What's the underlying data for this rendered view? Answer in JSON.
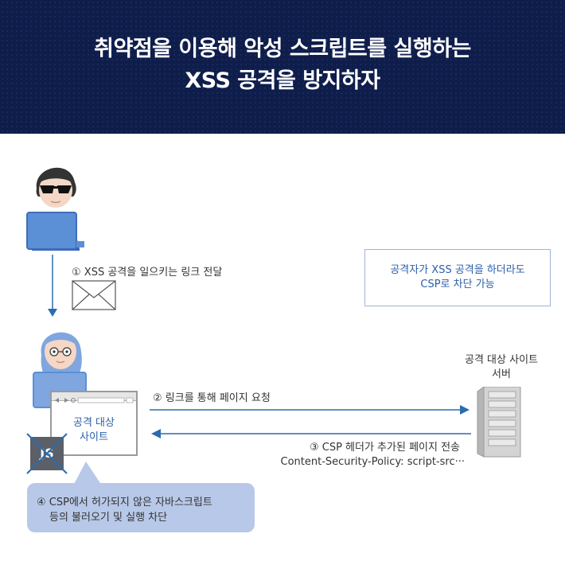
{
  "header": {
    "title_line1": "취약점을 이용해 악성 스크립트를 실행하는",
    "title_line2": "XSS 공격을 방지하자"
  },
  "steps": {
    "step1": "① XSS 공격을 일으키는 링크 전달",
    "step2": "② 링크를 통해 페이지 요청",
    "step3_line1": "③ CSP 헤더가 추가된 페이지 전송",
    "step3_line2": "Content-Security-Policy: script-src···",
    "step4_line1": "④ CSP에서 허가되지 않은 자바스크립트",
    "step4_line2": "등의 불러오기 및 실행 차단"
  },
  "note": {
    "line1": "공격자가 XSS 공격을 하더라도",
    "line2": "CSP로 차단 가능"
  },
  "server": {
    "line1": "공격 대상 사이트",
    "line2": "서버"
  },
  "browser": {
    "line1": "공격 대상",
    "line2": "사이트"
  },
  "js_label": "JS",
  "colors": {
    "header_bg": "#0f1d4a",
    "accent_blue": "#2a5fa8",
    "arrow_blue": "#2b6cb0",
    "bubble_bg": "#b8c8e8",
    "laptop_blue": "#5b8fd6"
  },
  "icons": [
    "hacker-icon",
    "envelope-icon",
    "user-icon",
    "laptop-icon",
    "server-icon",
    "browser-icon",
    "js-file-icon"
  ]
}
